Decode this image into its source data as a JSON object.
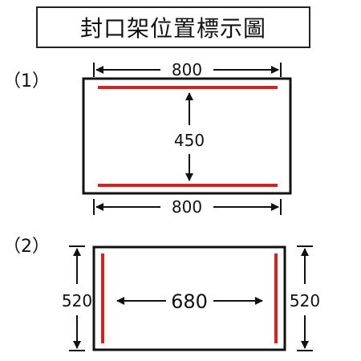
{
  "title": "封口架位置標示圖",
  "colors": {
    "outline": "#111111",
    "seal_bar": "#d32222",
    "text": "#111111"
  },
  "diagram1": {
    "label": "（1）",
    "top_width": "800",
    "height": "450",
    "bottom_width": "800"
  },
  "diagram2": {
    "label": "（2）",
    "left_height": "520",
    "inner_width": "680",
    "right_height": "520"
  }
}
